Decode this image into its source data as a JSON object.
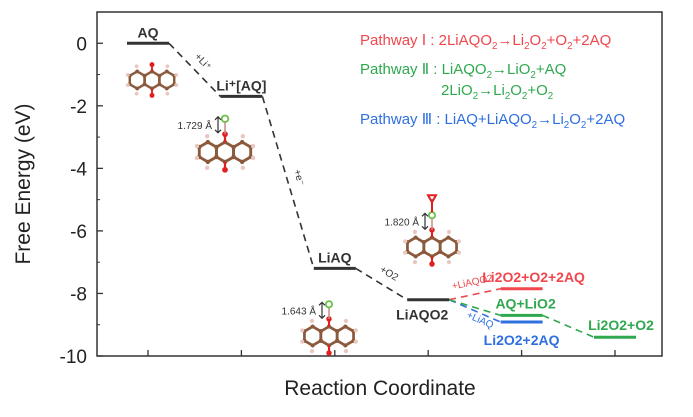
{
  "chart_data": {
    "type": "line",
    "title": "",
    "xlabel": "Reaction Coordinate",
    "ylabel": "Free Energy (eV)",
    "ylim": [
      -10,
      1
    ],
    "xlim": [
      0.5,
      6.5
    ],
    "yticks": [
      0,
      -2,
      -4,
      -6,
      -8,
      -10
    ],
    "xticks": [
      1,
      2,
      3,
      4,
      5,
      6
    ],
    "colors": {
      "black": "#333333",
      "red": "#f0474d",
      "green": "#2fa84f",
      "blue": "#2f6fe0",
      "carbon": "#8b5a3c",
      "oxygen": "#e02020",
      "hydrogen": "#e8c8c0",
      "lithium": "#6cc04a"
    },
    "levels": [
      {
        "id": "AQ",
        "label": "AQ",
        "x": 1,
        "y": 0.0,
        "color": "black"
      },
      {
        "id": "LiAQ+",
        "label": "Li⁺[AQ]",
        "x": 2,
        "y": -1.7,
        "color": "black"
      },
      {
        "id": "LiAQ",
        "label": "LiAQ",
        "x": 3,
        "y": -7.2,
        "color": "black"
      },
      {
        "id": "LiAQO2",
        "label": "LiAQO2",
        "x": 4,
        "y": -8.2,
        "color": "black"
      },
      {
        "id": "P1",
        "label": "Li2O2+O2+2AQ",
        "x": 5,
        "y": -7.85,
        "color": "red"
      },
      {
        "id": "P2a",
        "label": "AQ+LiO2",
        "x": 5,
        "y": -8.7,
        "color": "green"
      },
      {
        "id": "P3",
        "label": "Li2O2+2AQ",
        "x": 5,
        "y": -8.85,
        "color": "blue"
      },
      {
        "id": "P2b",
        "label": "Li2O2+O2",
        "x": 6,
        "y": -9.4,
        "color": "green"
      }
    ],
    "connections": [
      {
        "from": "AQ",
        "to": "LiAQ+",
        "label": "+Li⁺",
        "color": "black"
      },
      {
        "from": "LiAQ+",
        "to": "LiAQ",
        "label": "+e⁻",
        "color": "black"
      },
      {
        "from": "LiAQ",
        "to": "LiAQO2",
        "label": "+O2",
        "color": "black"
      },
      {
        "from": "LiAQO2",
        "to": "P1",
        "label": "+LiAQO2",
        "color": "red"
      },
      {
        "from": "LiAQO2",
        "to": "P3",
        "label": "+LiAQ",
        "color": "blue"
      },
      {
        "from": "LiAQO2",
        "to": "P2a",
        "label": "",
        "color": "green"
      },
      {
        "from": "P2a",
        "to": "P2b",
        "label": "",
        "color": "green"
      }
    ],
    "bond_annotations": [
      "1.729 Å",
      "1.643 Å",
      "1.820 Å"
    ],
    "legend": [
      {
        "lines": [
          "Pathway Ⅰ : 2LiAQO2→Li2O2+O2+2AQ"
        ],
        "color": "red"
      },
      {
        "lines": [
          "Pathway Ⅱ : LiAQO2→LiO2+AQ",
          "2LiO2→Li2O2+O2"
        ],
        "color": "green"
      },
      {
        "lines": [
          "Pathway Ⅲ : LiAQ+LiAQO2→Li2O2+2AQ"
        ],
        "color": "blue"
      }
    ],
    "legend_position": "top-right"
  }
}
